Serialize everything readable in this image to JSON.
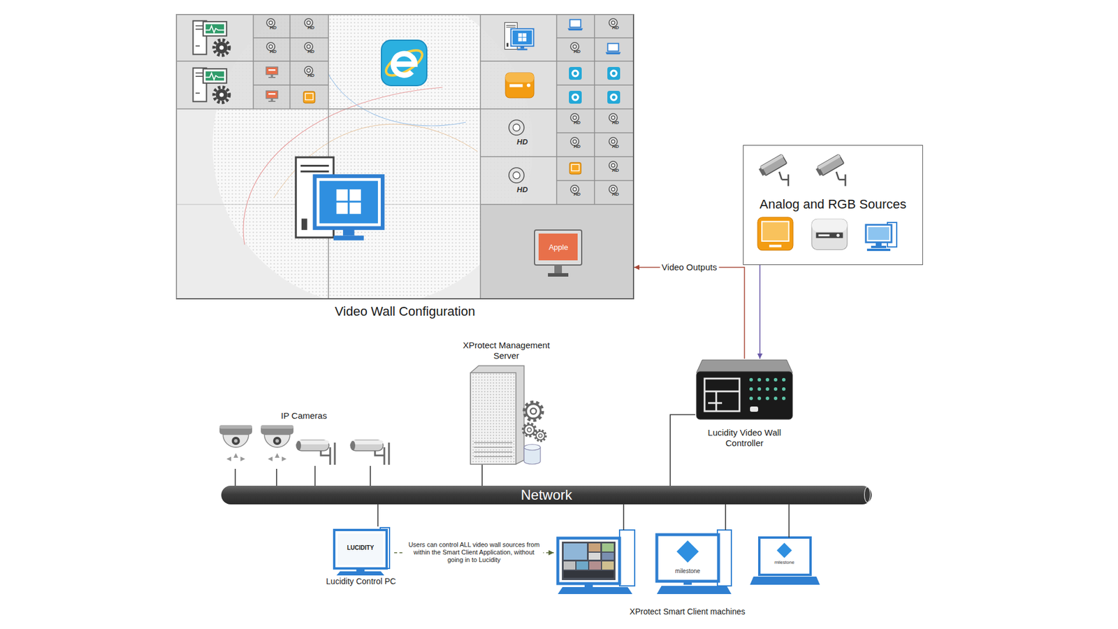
{
  "diagram": {
    "nodes": [
      {
        "text": [
          "Video Wall Configuration"
        ]
      },
      {
        "text": [
          "Analog and RGB Sources"
        ]
      },
      {
        "text": [
          "IP Cameras"
        ]
      },
      {
        "text": [
          "XProtect Management Server"
        ]
      },
      {
        "text": [
          "Lucidity Video Wall Controller"
        ]
      },
      {
        "text": [
          "Network"
        ]
      },
      {
        "text": [
          "Lucidity Control PC"
        ]
      },
      {
        "text": [
          "XProtect Smart Client machines"
        ]
      }
    ],
    "edges": [
      {
        "from": 4,
        "to": 0,
        "arrow": "to",
        "label": "Video Outputs"
      },
      {
        "from": 1,
        "to": 4,
        "arrow": "to"
      },
      {
        "from": 2,
        "to": 5,
        "arrow": "none"
      },
      {
        "from": 3,
        "to": 5,
        "arrow": "none"
      },
      {
        "from": 4,
        "to": 5,
        "arrow": "none"
      },
      {
        "from": 6,
        "to": 5,
        "arrow": "none"
      },
      {
        "from": 7,
        "to": 5,
        "arrow": "none"
      },
      {
        "from": 6,
        "to": 7,
        "arrow": "to",
        "label": "Users can control ALL video wall sources from within the Smart Client Application, without going in to Lucidity"
      }
    ],
    "labels": [
      "HD",
      "HD",
      "HD",
      "HD",
      "HD",
      "HD",
      "HD",
      "HD",
      "HD",
      "HD",
      "HD",
      "HD",
      "HD",
      "HD",
      "HD",
      "HD",
      "Apple",
      "LUCIDITY",
      "milestone",
      "milestone"
    ]
  }
}
